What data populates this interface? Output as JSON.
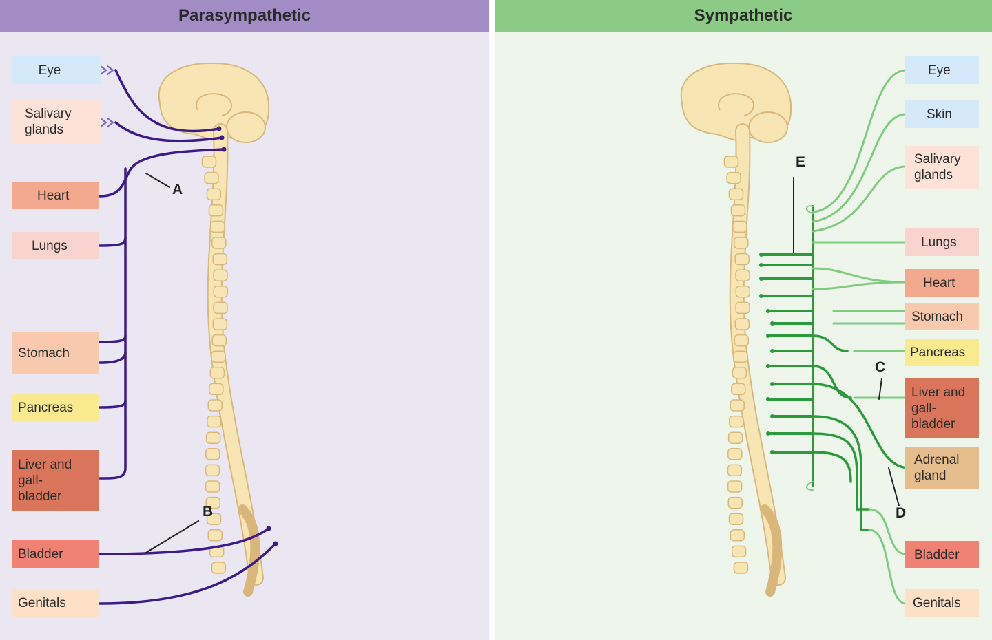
{
  "colors": {
    "parasympathetic_header": "#a38cc6",
    "sympathetic_header": "#8ccb85",
    "parasympathetic_bg": "#ebe7f2",
    "sympathetic_bg": "#eef6ec",
    "parasympathetic_nerve": "#3d1a8c",
    "sympathetic_nerve": "#2a9a3a",
    "sympathetic_light_nerve": "#7fcc7f",
    "brain_spine": "#f7e6b4"
  },
  "parasympathetic": {
    "title": "Parasympathetic",
    "organs": [
      {
        "key": "eye",
        "label": "Eye",
        "color": "#d4e9f9"
      },
      {
        "key": "salivary",
        "label": "Salivary glands",
        "color": "#fde2d8"
      },
      {
        "key": "heart",
        "label": "Heart",
        "color": "#f2a98d"
      },
      {
        "key": "lungs",
        "label": "Lungs",
        "color": "#f9d3cd"
      },
      {
        "key": "stomach",
        "label": "Stomach",
        "color": "#f9c9ae"
      },
      {
        "key": "pancreas",
        "label": "Pancreas",
        "color": "#f9ea8f"
      },
      {
        "key": "liver",
        "label": "Liver and gall-bladder",
        "color": "#d9755b"
      },
      {
        "key": "bladder",
        "label": "Bladder",
        "color": "#ef8273"
      },
      {
        "key": "genitals",
        "label": "Genitals",
        "color": "#fde0c6"
      }
    ],
    "labels": {
      "a": "A",
      "b": "B"
    }
  },
  "sympathetic": {
    "title": "Sympathetic",
    "organs": [
      {
        "key": "eye",
        "label": "Eye",
        "color": "#d4e9f9"
      },
      {
        "key": "skin",
        "label": "Skin",
        "color": "#d4e9f9"
      },
      {
        "key": "salivary",
        "label": "Salivary glands",
        "color": "#fde2d8"
      },
      {
        "key": "lungs",
        "label": "Lungs",
        "color": "#f9d3cd"
      },
      {
        "key": "heart",
        "label": "Heart",
        "color": "#f2a98d"
      },
      {
        "key": "stomach",
        "label": "Stomach",
        "color": "#f9c9ae"
      },
      {
        "key": "pancreas",
        "label": "Pancreas",
        "color": "#f9ea8f"
      },
      {
        "key": "liver",
        "label": "Liver and gall-bladder",
        "color": "#d9755b"
      },
      {
        "key": "adrenal",
        "label": "Adrenal gland",
        "color": "#e6be8d"
      },
      {
        "key": "bladder",
        "label": "Bladder",
        "color": "#ef8273"
      },
      {
        "key": "genitals",
        "label": "Genitals",
        "color": "#fde0c6"
      }
    ],
    "labels": {
      "c": "C",
      "d": "D",
      "e": "E"
    }
  }
}
